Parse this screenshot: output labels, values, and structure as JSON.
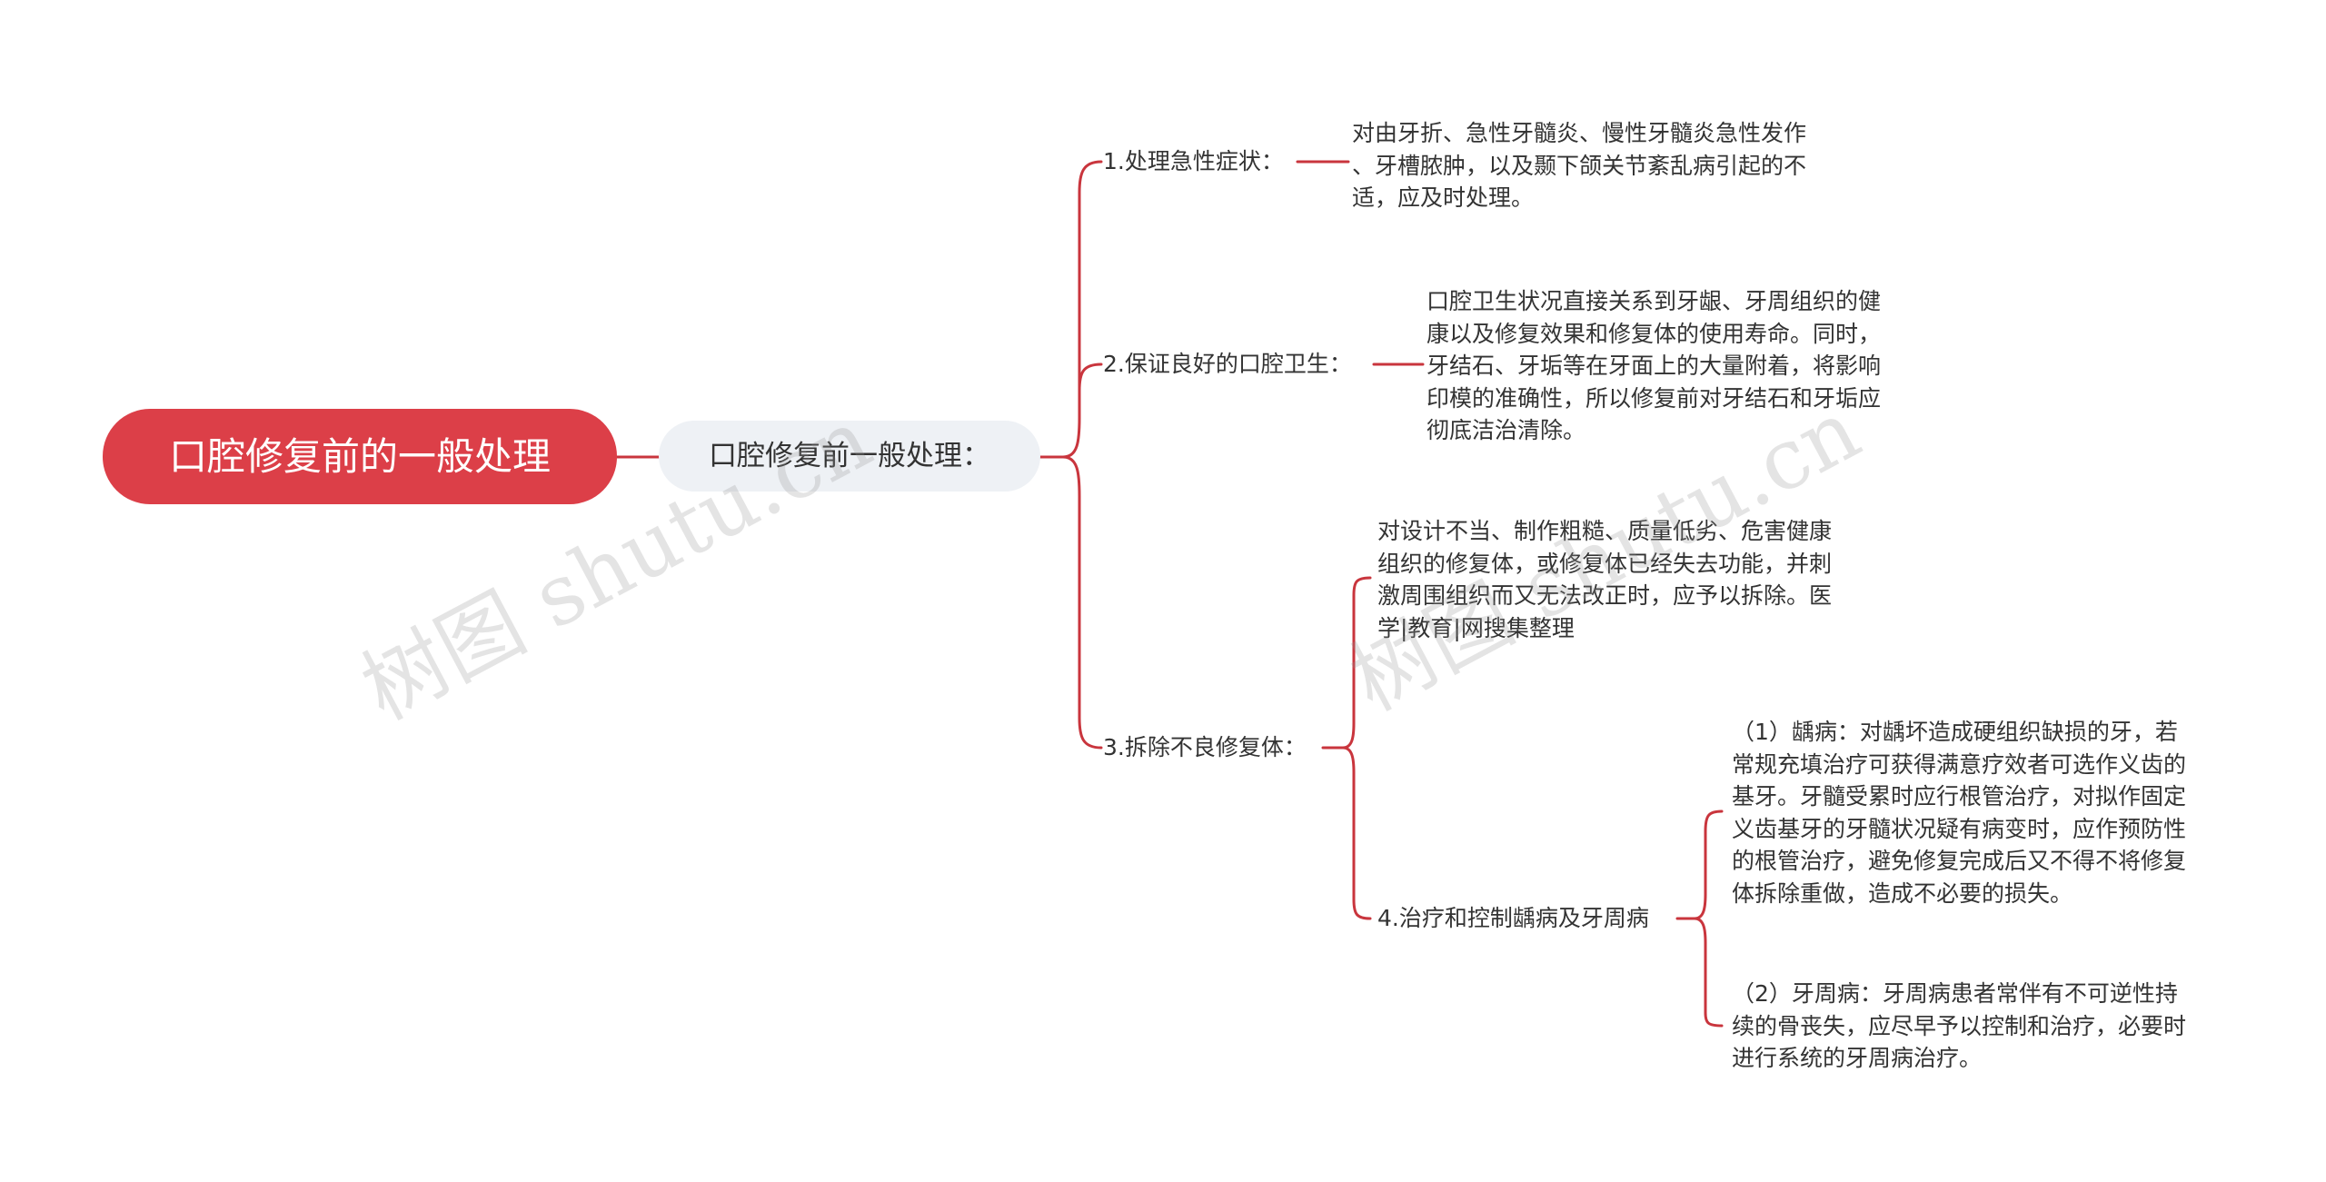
{
  "root": {
    "label": "口腔修复前的一般处理"
  },
  "hub": {
    "label": "口腔修复前一般处理："
  },
  "branches": [
    {
      "label": "1.处理急性症状：",
      "detail": "对由牙折、急性牙髓炎、慢性牙髓炎急性发作\n、牙槽脓肿，以及颞下颌关节紊乱病引起的不\n适，应及时处理。"
    },
    {
      "label": "2.保证良好的口腔卫生：",
      "detail": "口腔卫生状况直接关系到牙龈、牙周组织的健\n康以及修复效果和修复体的使用寿命。同时，\n牙结石、牙垢等在牙面上的大量附着，将影响\n印模的准确性，所以修复前对牙结石和牙垢应\n彻底洁治清除。"
    },
    {
      "label": "3.拆除不良修复体：",
      "detail": "对设计不当、制作粗糙、质量低劣、危害健康\n组织的修复体，或修复体已经失去功能，并刺\n激周围组织而又无法改正时，应予以拆除。医\n学|教育|网搜集整理",
      "sub": {
        "label": "4.治疗和控制龋病及牙周病",
        "items": [
          "（1）龋病：对龋坏造成硬组织缺损的牙，若\n常规充填治疗可获得满意疗效者可选作义齿的\n基牙。牙髓受累时应行根管治疗，对拟作固定\n义齿基牙的牙髓状况疑有病变时，应作预防性\n的根管治疗，避免修复完成后又不得不将修复\n体拆除重做，造成不必要的损失。",
          "（2）牙周病：牙周病患者常伴有不可逆性持\n续的骨丧失，应尽早予以控制和治疗，必要时\n进行系统的牙周病治疗。"
        ]
      }
    }
  ],
  "watermarks": [
    "树图 shutu.cn",
    "树图 shutu.cn"
  ],
  "colors": {
    "root_fill": "#dc3f48",
    "edge": "#c9353d",
    "hub_fill": "#eef1f5",
    "text": "#333333"
  }
}
